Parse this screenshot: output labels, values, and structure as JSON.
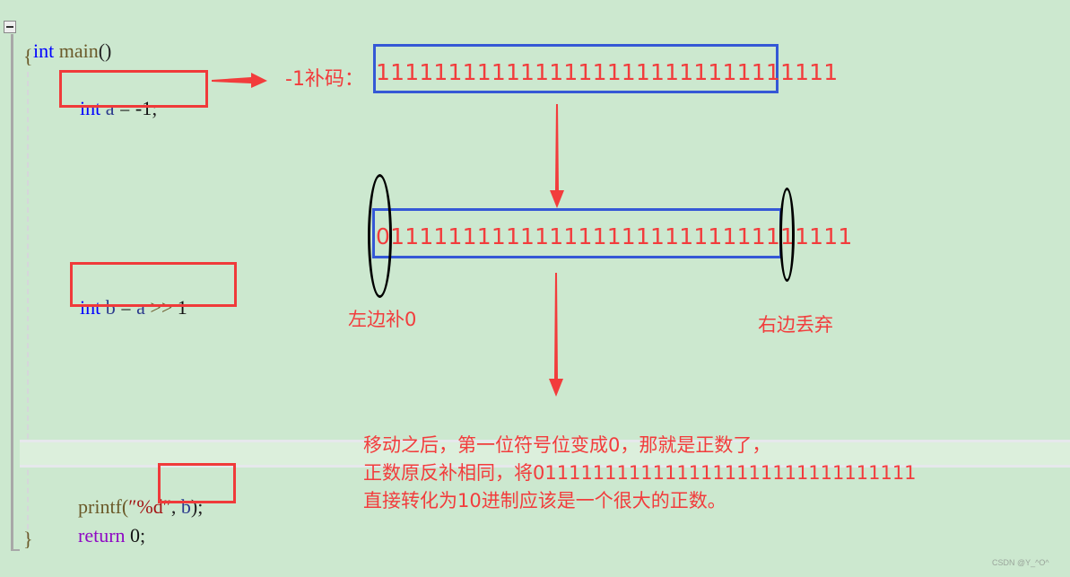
{
  "code": {
    "line1": {
      "kw": "int",
      "name": " main",
      "paren": "()"
    },
    "open_brace": "{",
    "line_a": {
      "kw": "int",
      "rest_id": " a",
      "op": " = ",
      "num": "-1",
      "semi": ";"
    },
    "line_b": {
      "kw": "int",
      "rest_id": " b",
      "op": " = ",
      "id2": "a",
      "shift": " >> ",
      "num": "1"
    },
    "line_printf": {
      "fn": "printf",
      "open": "(",
      "str": "″%d″",
      "comma": ", ",
      "arg": "b",
      "close": ");"
    },
    "line_return": {
      "kw": "return",
      "num": " 0",
      "semi": ";"
    },
    "close_brace": "}"
  },
  "annotations": {
    "complement_label": "-1补码：",
    "bits_original": "11111111111111111111111111111111",
    "bits_shifted": "011111111111111111111111111111111",
    "left_label": "左边补0",
    "right_label": "右边丢弃",
    "explanation": [
      "移动之后，第一位符号位变成0，那就是正数了，",
      "正数原反补相同，将01111111111111111111111111111111",
      "直接转化为10进制应该是一个很大的正数。"
    ]
  },
  "colors": {
    "background": "#cce8cf",
    "annotation_red": "#f23c3c",
    "box_blue": "#3558d6",
    "keyword_blue": "#0000ff",
    "return_purple": "#8f08c4"
  },
  "watermark": "CSDN @Y_^O^"
}
